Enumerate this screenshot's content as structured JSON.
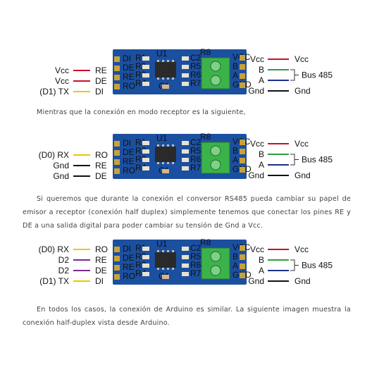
{
  "colors": {
    "vcc": "#c8102e",
    "line_b": "#2e9e3a",
    "line_a": "#1c2f8c",
    "gnd": "#111111",
    "tx_rx": "#f2c400",
    "d2": "#7b2a8c",
    "pcb": "#1b4fa0",
    "terminal": "#3cb34a",
    "chip": "#2a2a2a"
  },
  "board": {
    "left_pins": [
      "DI",
      "DE",
      "RE",
      "RO"
    ],
    "components": [
      "U1",
      "R1",
      "R2",
      "R3",
      "R4",
      "R5",
      "R6",
      "R7",
      "C1",
      "C2",
      "D1",
      "R8"
    ],
    "right_pins": [
      "VCC",
      "B",
      "A",
      "GND"
    ]
  },
  "diagrams": [
    {
      "left": [
        {
          "ard": "Vcc",
          "pin": "RE",
          "color": "#c8102e"
        },
        {
          "ard": "Vcc",
          "pin": "DE",
          "color": "#c8102e"
        },
        {
          "ard": "(D1) TX",
          "pin": "DI",
          "color": "#f2c400"
        }
      ],
      "right": [
        {
          "pin": "Vcc",
          "target": "Vcc",
          "color": "#c8102e"
        },
        {
          "pin": "B",
          "target": "",
          "color": "#2e9e3a"
        },
        {
          "pin": "A",
          "target": "",
          "color": "#1c2f8c"
        },
        {
          "pin": "Gnd",
          "target": "Gnd",
          "color": "#111111"
        }
      ],
      "bus_label": "Bus 485"
    },
    {
      "left": [
        {
          "ard": "(D0) RX",
          "pin": "RO",
          "color": "#f2c400"
        },
        {
          "ard": "Gnd",
          "pin": "RE",
          "color": "#111111"
        },
        {
          "ard": "Gnd",
          "pin": "DE",
          "color": "#111111"
        }
      ],
      "right": [
        {
          "pin": "Vcc",
          "target": "Vcc",
          "color": "#c8102e"
        },
        {
          "pin": "B",
          "target": "",
          "color": "#2e9e3a"
        },
        {
          "pin": "A",
          "target": "",
          "color": "#1c2f8c"
        },
        {
          "pin": "Gnd",
          "target": "Gnd",
          "color": "#111111"
        }
      ],
      "bus_label": "Bus 485"
    },
    {
      "left": [
        {
          "ard": "(D0) RX",
          "pin": "RO",
          "color": "#f2c400"
        },
        {
          "ard": "D2",
          "pin": "RE",
          "color": "#7b2a8c"
        },
        {
          "ard": "D2",
          "pin": "DE",
          "color": "#7b2a8c"
        },
        {
          "ard": "(D1) TX",
          "pin": "DI",
          "color": "#f2c400"
        }
      ],
      "right": [
        {
          "pin": "Vcc",
          "target": "Vcc",
          "color": "#c8102e"
        },
        {
          "pin": "B",
          "target": "",
          "color": "#2e9e3a"
        },
        {
          "pin": "A",
          "target": "",
          "color": "#1c2f8c"
        },
        {
          "pin": "Gnd",
          "target": "Gnd",
          "color": "#111111"
        }
      ],
      "bus_label": "Bus 485"
    }
  ],
  "paragraphs": [
    "Mientras que la conexión en modo receptor es la siguiente,",
    "Si queremos que durante la conexión el conversor RS485 pueda cambiar su papel de emisor a receptor (conexión half duplex) simplemente tenemos que conectar los pines RE y DE a una salida digital para poder cambiar su tensión de Gnd a Vcc.",
    "En todos los casos, la conexión de Arduino es similar. La siguiente imagen muestra la conexión half-duplex vista desde Arduino."
  ]
}
